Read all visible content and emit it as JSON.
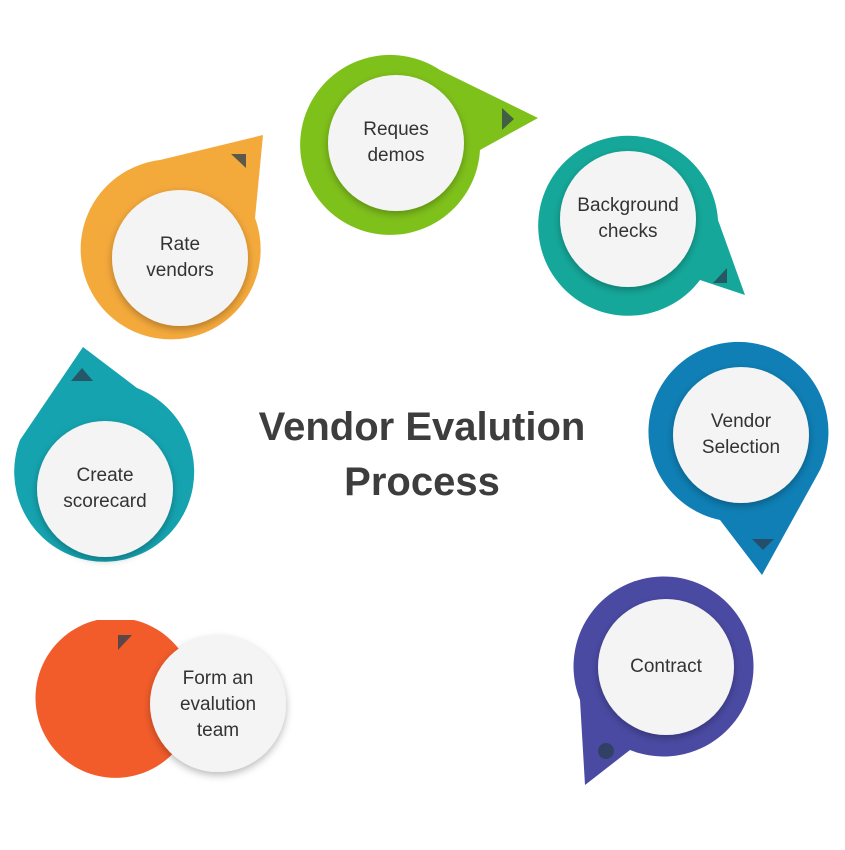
{
  "title": {
    "line1": "Vendor Evalution",
    "line2": "Process"
  },
  "steps": [
    {
      "lines": [
        "Form an",
        "evalution",
        "team"
      ],
      "color": "#f25c2a",
      "marker": "arrow"
    },
    {
      "lines": [
        "Create",
        "scorecard"
      ],
      "color": "#15a3b0",
      "marker": "arrow"
    },
    {
      "lines": [
        "Rate",
        "vendors"
      ],
      "color": "#f4a93b",
      "marker": "arrow"
    },
    {
      "lines": [
        "Reques",
        "demos"
      ],
      "color": "#7fc11b",
      "marker": "arrow"
    },
    {
      "lines": [
        "Background",
        "checks"
      ],
      "color": "#15a89a",
      "marker": "arrow"
    },
    {
      "lines": [
        "Vendor",
        "Selection"
      ],
      "color": "#0f7fb5",
      "marker": "arrow"
    },
    {
      "lines": [
        "Contract"
      ],
      "color": "#4a4aa3",
      "marker": "dot"
    }
  ],
  "colors": {
    "inner_circle": "#f4f4f4",
    "title_text": "#3d3d3d",
    "step_text": "#333333",
    "marker": "#2c3e50"
  }
}
